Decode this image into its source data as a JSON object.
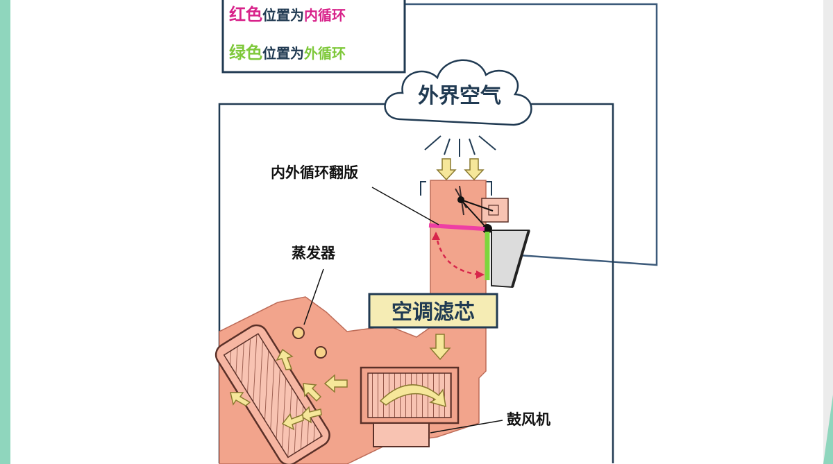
{
  "legend": {
    "red_line": {
      "color_word": "红色",
      "middle": "位置为",
      "mode": "内循环",
      "accent": "#d8228a"
    },
    "green_line": {
      "color_word": "绿色",
      "middle": "位置为",
      "mode": "外循环",
      "accent": "#7ec83a"
    }
  },
  "labels": {
    "outside_air": "外界空气",
    "recirc_flap": "内外循环翻版",
    "evaporator": "蒸发器",
    "cabin_filter": "空调滤芯",
    "blower": "鼓风机"
  },
  "colors": {
    "duct": "#f2a48c",
    "duct_stroke": "#bd6b57",
    "frame": "#203a52",
    "arrow": "#f6e79a",
    "label_box": "#f5ecb4",
    "red_flap": "#ee3fa4",
    "green_flap": "#7ed63d",
    "dashed_arc": "#d7264b"
  }
}
